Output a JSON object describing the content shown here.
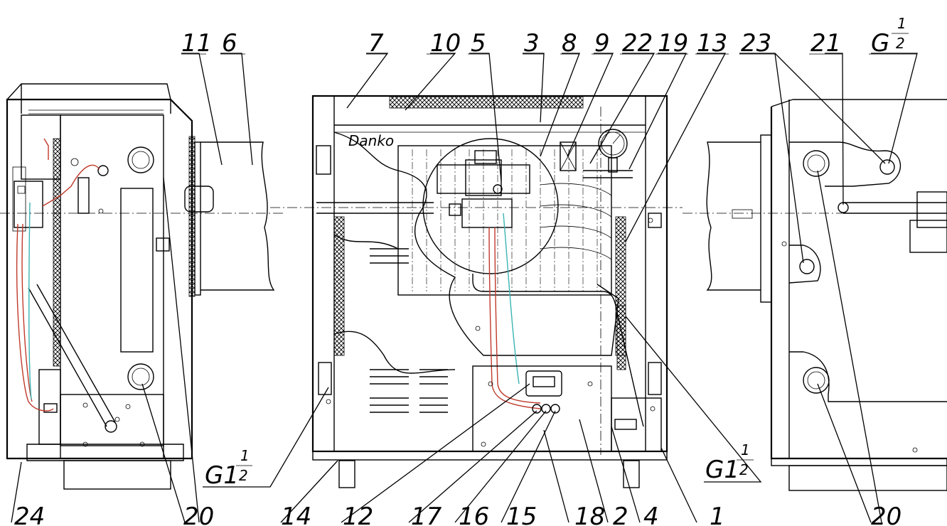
{
  "labels": {
    "n11": "11",
    "n6": "6",
    "n7": "7",
    "n10": "10",
    "n5": "5",
    "n3": "3",
    "n8": "8",
    "n9": "9",
    "n22": "22",
    "n19": "19",
    "n13": "13",
    "n23": "23",
    "n21": "21",
    "n24": "24",
    "n20a": "20",
    "n14": "14",
    "n12": "12",
    "n17": "17",
    "n16": "16",
    "n15": "15",
    "n18": "18",
    "n2": "2",
    "n4": "4",
    "n1": "1",
    "n20b": "20"
  },
  "thread_labels": {
    "g_half": {
      "main": "G",
      "num": "1",
      "den": "2"
    },
    "g1_half_left": {
      "main": "G1",
      "num": "1",
      "den": "2"
    },
    "g1_half_right": {
      "main": "G1",
      "num": "1",
      "den": "2"
    }
  },
  "brand_text": "Danko",
  "colors": {
    "line": "#000000",
    "wire_red": "#c0392b",
    "wire_cyan": "#3bb3b3"
  }
}
